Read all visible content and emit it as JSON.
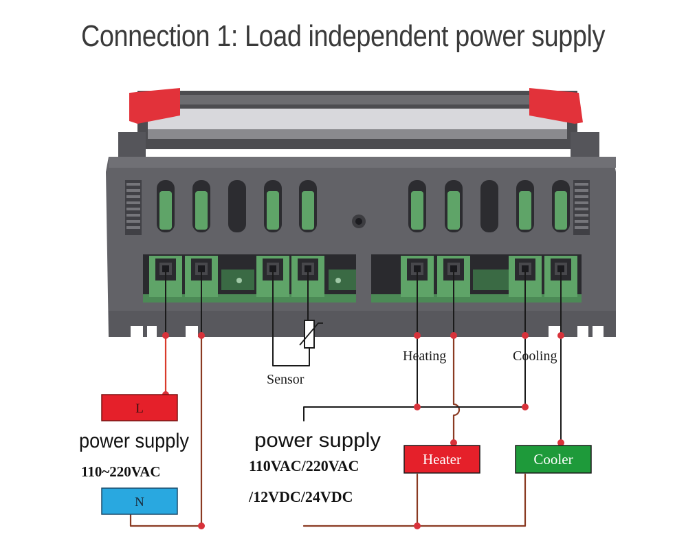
{
  "title": "Connection 1: Load independent power supply",
  "labels": {
    "sensor": "Sensor",
    "heating": "Heating",
    "cooling": "Cooling",
    "mains_l": "L",
    "mains_n": "N",
    "mains_title": "power supply",
    "mains_voltage": "110~220VAC",
    "load_title": "power supply",
    "load_voltage_1": "110VAC/220VAC",
    "load_voltage_2": "/12VDC/24VDC",
    "heater": "Heater",
    "cooler": "Cooler"
  },
  "colors": {
    "housing": "#5f5f63",
    "housing_dark": "#3a3a3e",
    "tab_red": "#e2323a",
    "terminal_green": "#5fa468",
    "wire_black": "#1a1a1a",
    "wire_red": "#d93a2a",
    "wire_brown": "#8a3a22",
    "dot_red": "#d8323a",
    "box_red": "#e5202a",
    "box_blue": "#29a8e0",
    "box_green": "#1e9a3a"
  }
}
